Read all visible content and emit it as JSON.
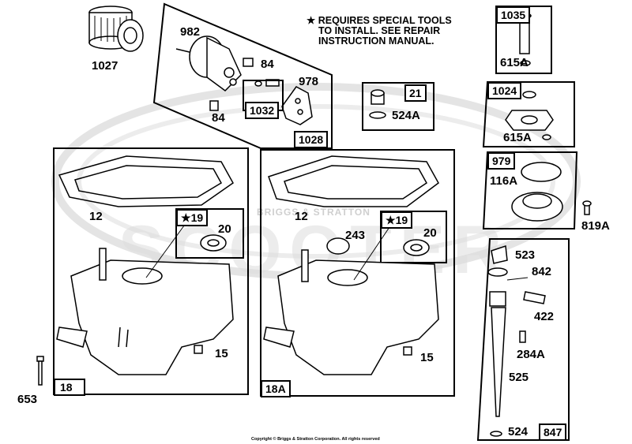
{
  "note": {
    "lines": [
      "REQUIRES SPECIAL TOOLS",
      "TO INSTALL.  SEE REPAIR",
      "INSTRUCTION MANUAL."
    ]
  },
  "star": "★",
  "watermark": {
    "small": "BRIGGS & STRATTON",
    "big": "SCOOTER"
  },
  "copyright": "Copyright © Briggs & Stratton Corporation. All rights reserved",
  "labels": {
    "p1027": "1027",
    "p982": "982",
    "p84a": "84",
    "p84b": "84",
    "p978": "978",
    "p524a": "524A",
    "p615a_top": "615A",
    "p615a_mid": "615A",
    "p116a": "116A",
    "p819a": "819A",
    "p12_left": "12",
    "p12_right": "12",
    "p20_left": "20",
    "p20_right": "20",
    "p243": "243",
    "p15_left": "15",
    "p15_right": "15",
    "p653": "653",
    "p523": "523",
    "p842": "842",
    "p422": "422",
    "p284a": "284A",
    "p525": "525",
    "p524": "524"
  },
  "boxes": {
    "b1032": "1032",
    "b1028": "1028",
    "b21": "21",
    "b1035": "1035",
    "b1024": "1024",
    "b979": "979",
    "b19_left": "19",
    "b19_right": "19",
    "b18": "18",
    "b18a": "18A",
    "b847": "847"
  }
}
